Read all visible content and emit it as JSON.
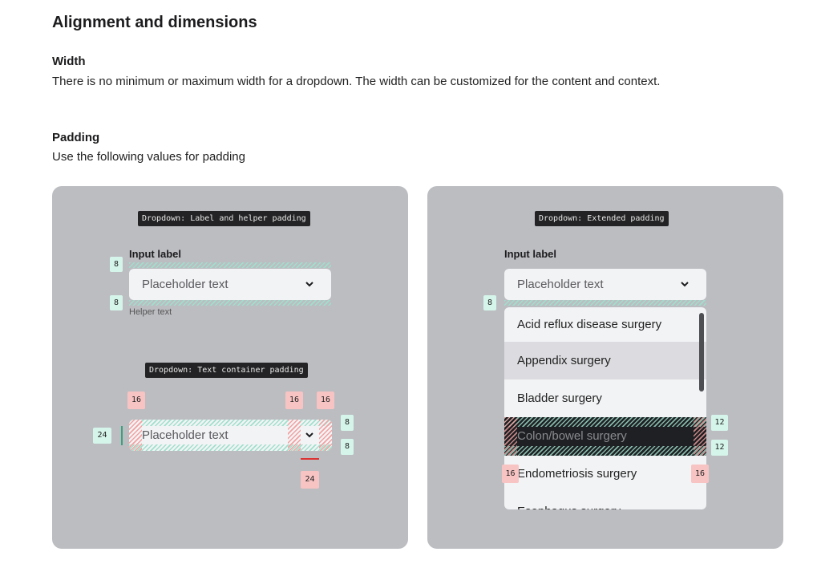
{
  "heading": "Alignment and dimensions",
  "width": {
    "title": "Width",
    "text": "There is no minimum or maximum width for a dropdown. The width can be customized for the content and context."
  },
  "padding": {
    "title": "Padding",
    "text": "Use the following values for padding"
  },
  "left_panel": {
    "tag1": "Dropdown: Label and helper padding",
    "input_label": "Input label",
    "placeholder": "Placeholder text",
    "helper": "Helper text",
    "badge_top": "8",
    "badge_bottom": "8",
    "tag2": "Dropdown: Text container padding",
    "placeholder2": "Placeholder text",
    "badge_left_pad": "16",
    "badge_icon_left": "16",
    "badge_icon_right": "16",
    "badge_height": "24",
    "badge_v_top": "8",
    "badge_v_bottom": "8",
    "badge_icon_width": "24"
  },
  "right_panel": {
    "tag": "Dropdown: Extended padding",
    "input_label": "Input label",
    "placeholder": "Placeholder text",
    "badge_gap": "8",
    "options": [
      "Acid reflux disease surgery",
      "Appendix surgery",
      "Bladder surgery",
      "Colon/bowel surgery",
      "Endometriosis surgery",
      "Esophagus surgery"
    ],
    "badge_v_top": "12",
    "badge_v_bottom": "12",
    "badge_h_left": "16",
    "badge_h_right": "16"
  },
  "colors": {
    "panel": "#bcbdc1",
    "spacing_green": "#d5f5ea",
    "spacing_red": "#f8c3c3",
    "hover": "#dcdce0",
    "selected": "#1f2023"
  }
}
